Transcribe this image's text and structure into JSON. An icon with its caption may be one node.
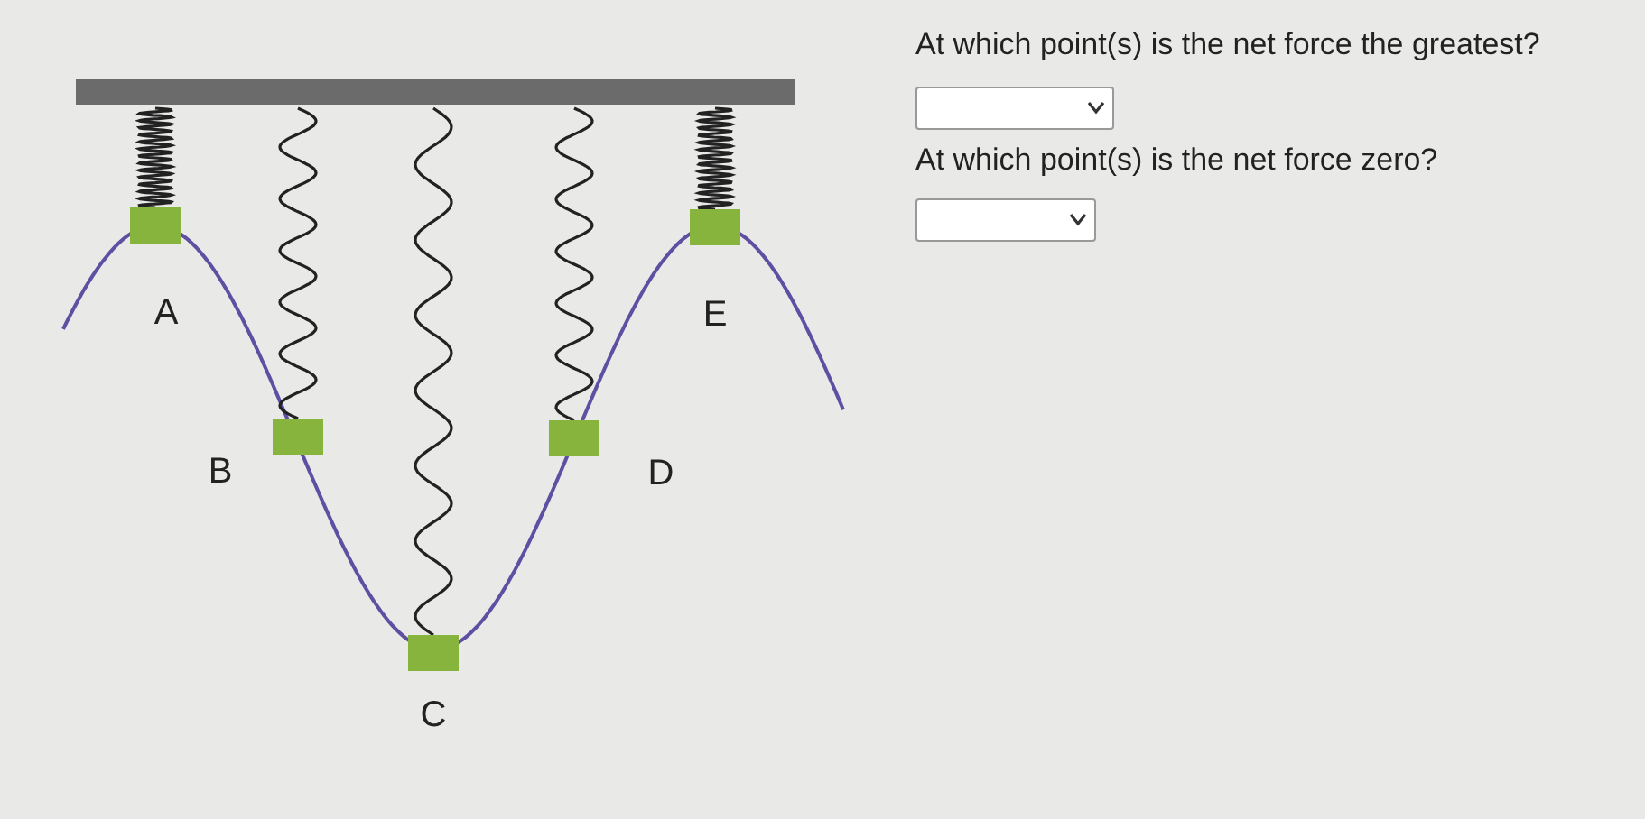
{
  "diagram": {
    "labels": [
      "At which point(s) is the net force the greatest?",
      "At which point(s) is the net force zero?",
      "A",
      "B",
      "C",
      "D",
      "E"
    ]
  }
}
